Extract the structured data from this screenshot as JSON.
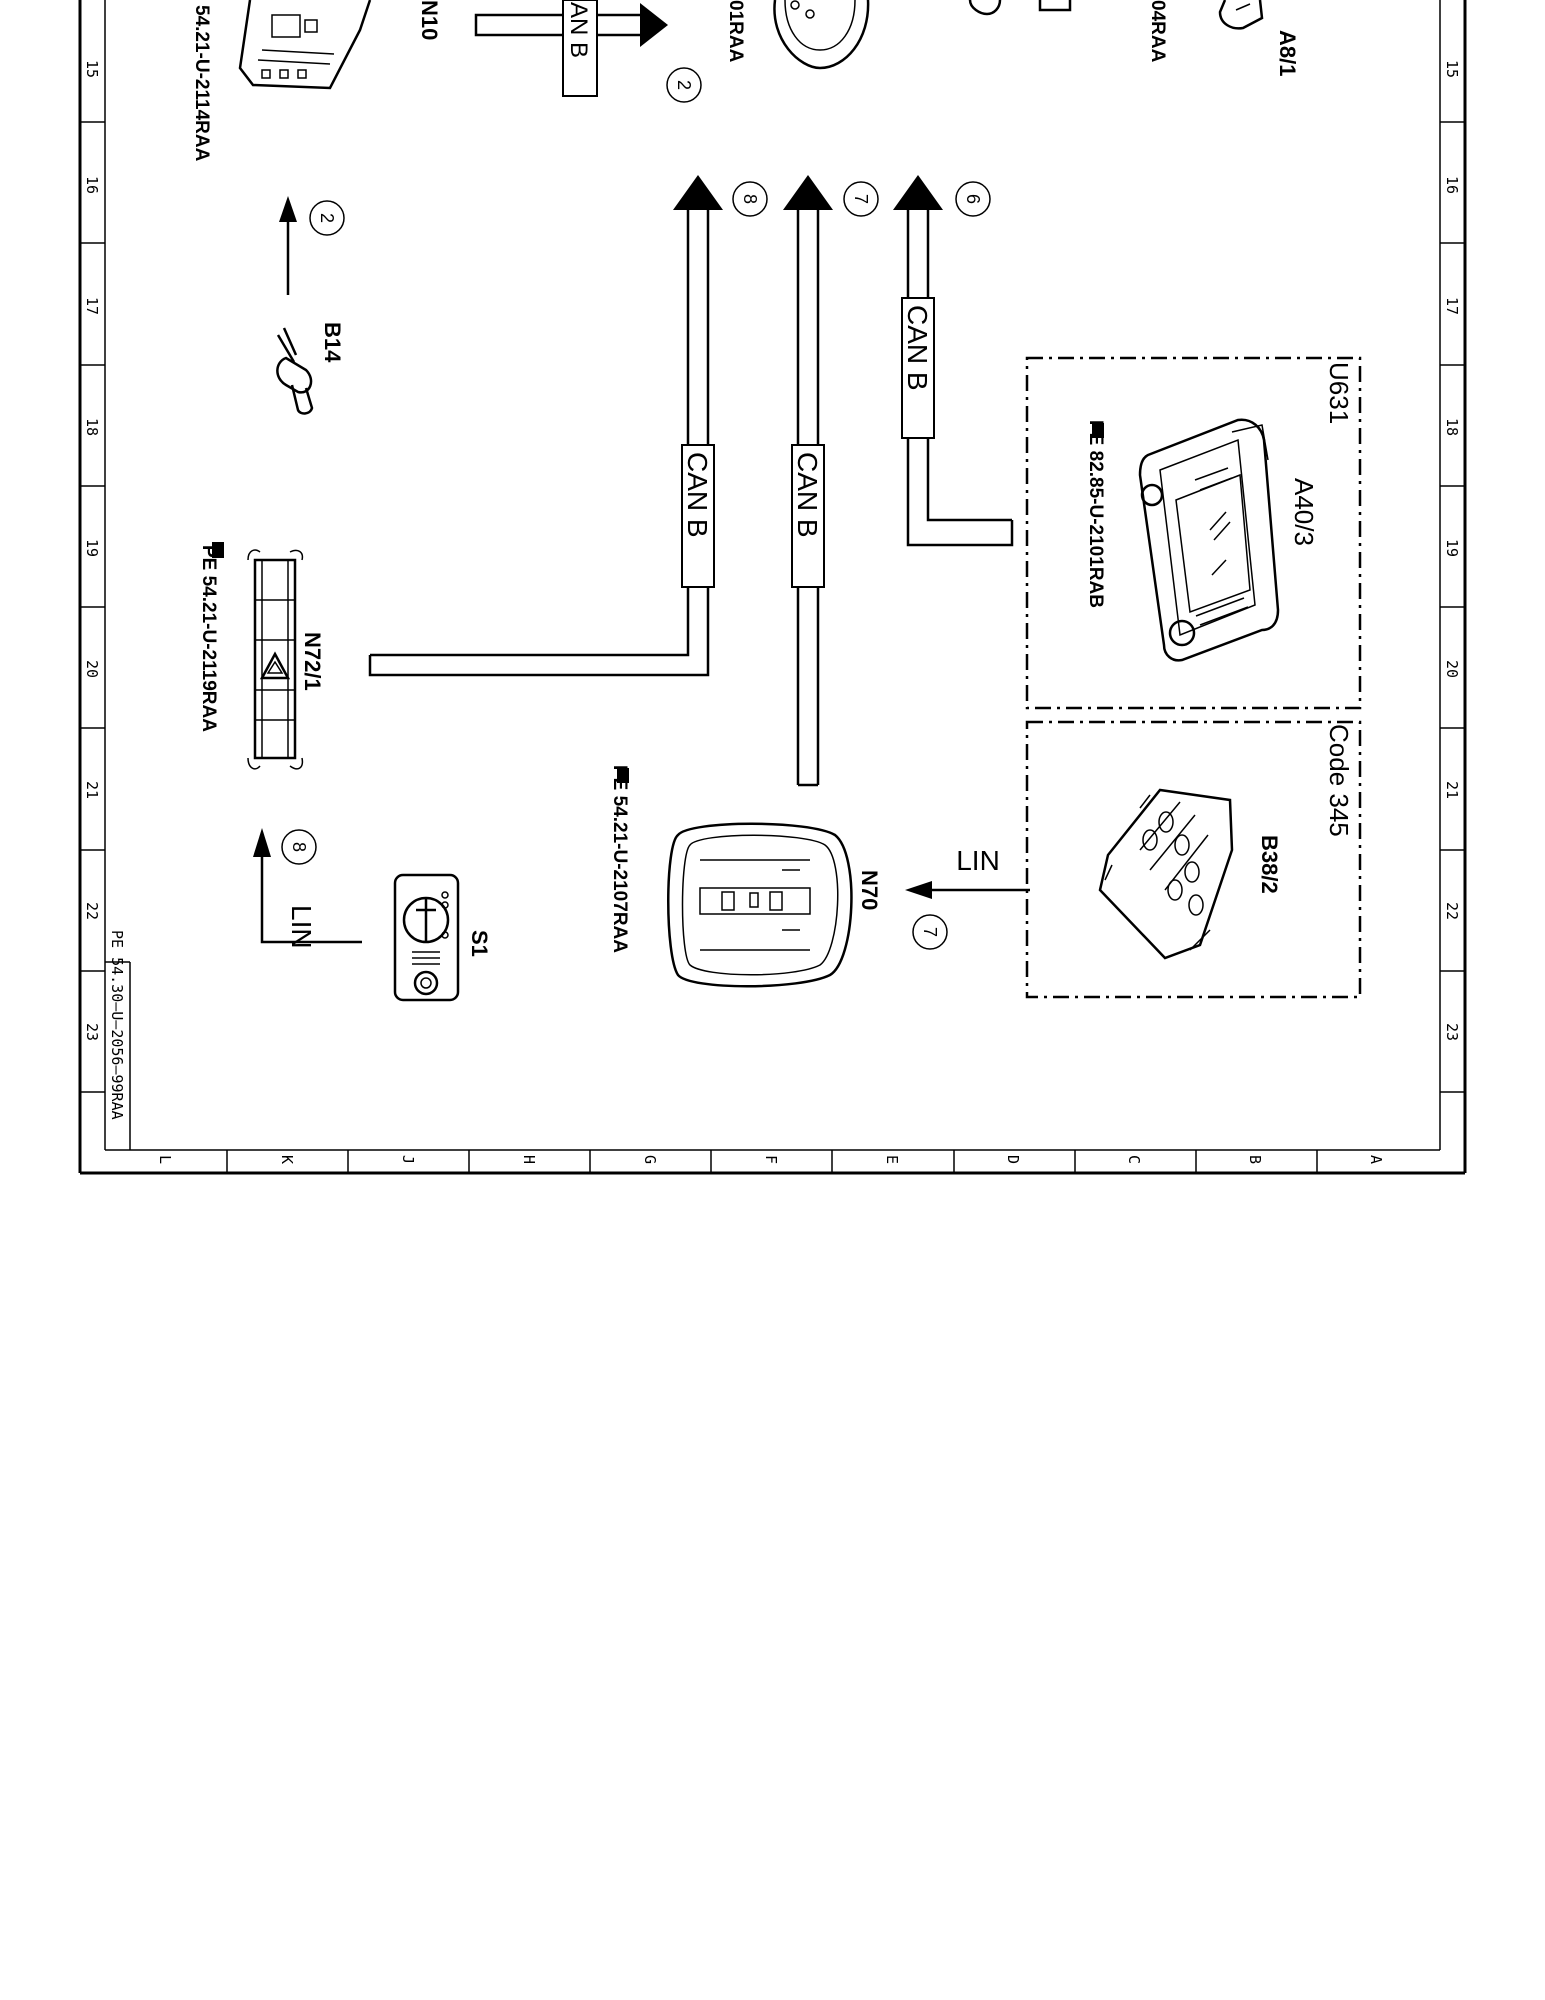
{
  "row_numbers": [
    "15",
    "16",
    "17",
    "18",
    "19",
    "20",
    "21",
    "22",
    "23"
  ],
  "column_letters": [
    "L",
    "K",
    "J",
    "H",
    "G",
    "F",
    "E",
    "D",
    "C",
    "B",
    "A"
  ],
  "footer_reference": "PE 54.30–U–2056–99RAA",
  "components": {
    "N10": {
      "label": "N10",
      "ref": "54.21-U-2114RAA"
    },
    "B14": {
      "label": "B14"
    },
    "N72_1": {
      "label": "N72/1",
      "ref": "PE 54.21-U-2119RAA"
    },
    "S1": {
      "label": "S1"
    },
    "N70": {
      "label": "N70",
      "ref": "PE 54.21-U-2107RAA"
    },
    "A40_3": {
      "label": "A40/3",
      "ref": "PE 82.85-U-2101RAB"
    },
    "B38_2": {
      "label": "B38/2"
    },
    "A8_1": {
      "label": "A8/1",
      "ref_fragment": "04RAA"
    },
    "top_ref_fragment": "01RAA"
  },
  "boxes": {
    "u631": "U631",
    "code345": "Code 345"
  },
  "bus_labels": {
    "can": "CAN B",
    "can_top": "AN B",
    "lin": "LIN"
  },
  "connectors": [
    "2",
    "2",
    "8",
    "7",
    "6",
    "8",
    "7"
  ]
}
